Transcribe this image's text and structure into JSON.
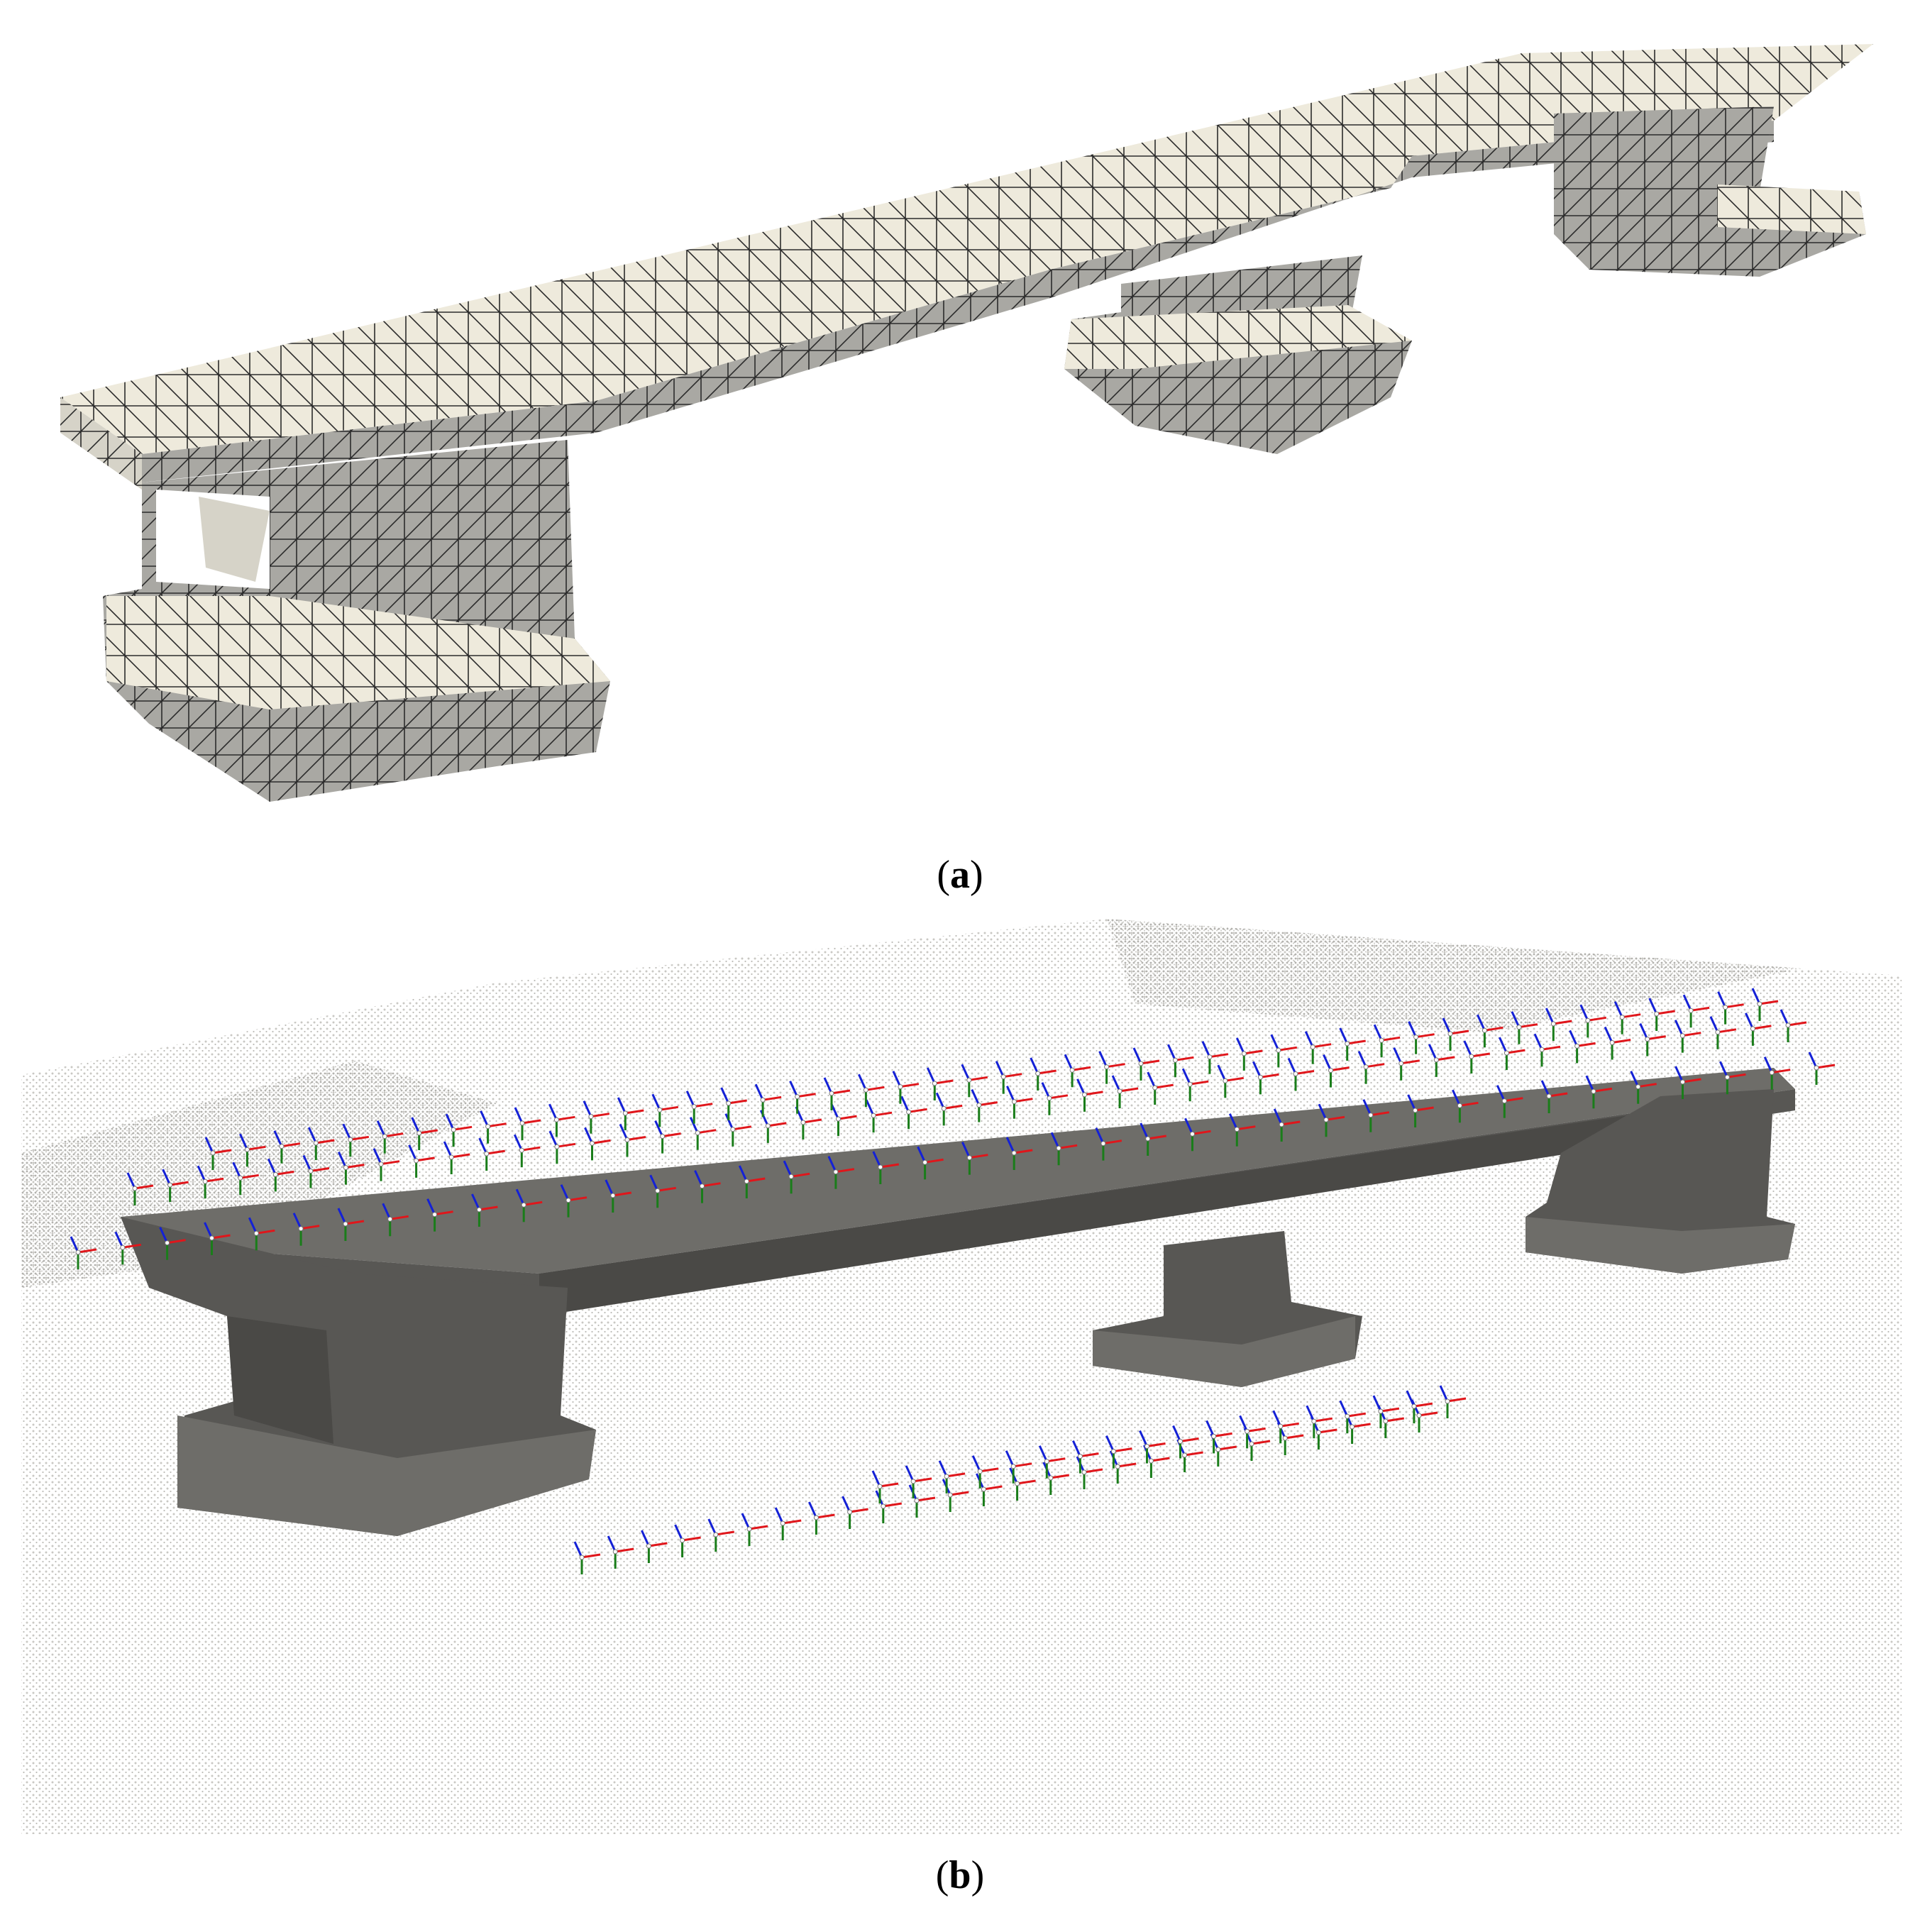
{
  "figure": {
    "panels": [
      {
        "id": "a",
        "label": "a"
      },
      {
        "id": "b",
        "label": "b"
      }
    ]
  },
  "colors": {
    "mesh_light": "#eeeadc",
    "mesh_mid": "#d6d3c8",
    "mesh_dark": "#a9a8a3",
    "mesh_line": "#2b2b2b",
    "solid_top": "#6e6d69",
    "solid_side": "#585754",
    "solid_dark": "#4a4946",
    "points": "#c9c8c4",
    "axis_x": "#e0161b",
    "axis_y": "#1a7d1a",
    "axis_z": "#1421d6"
  },
  "icons": {
    "axis_frame": "xyz-frame-icon"
  }
}
